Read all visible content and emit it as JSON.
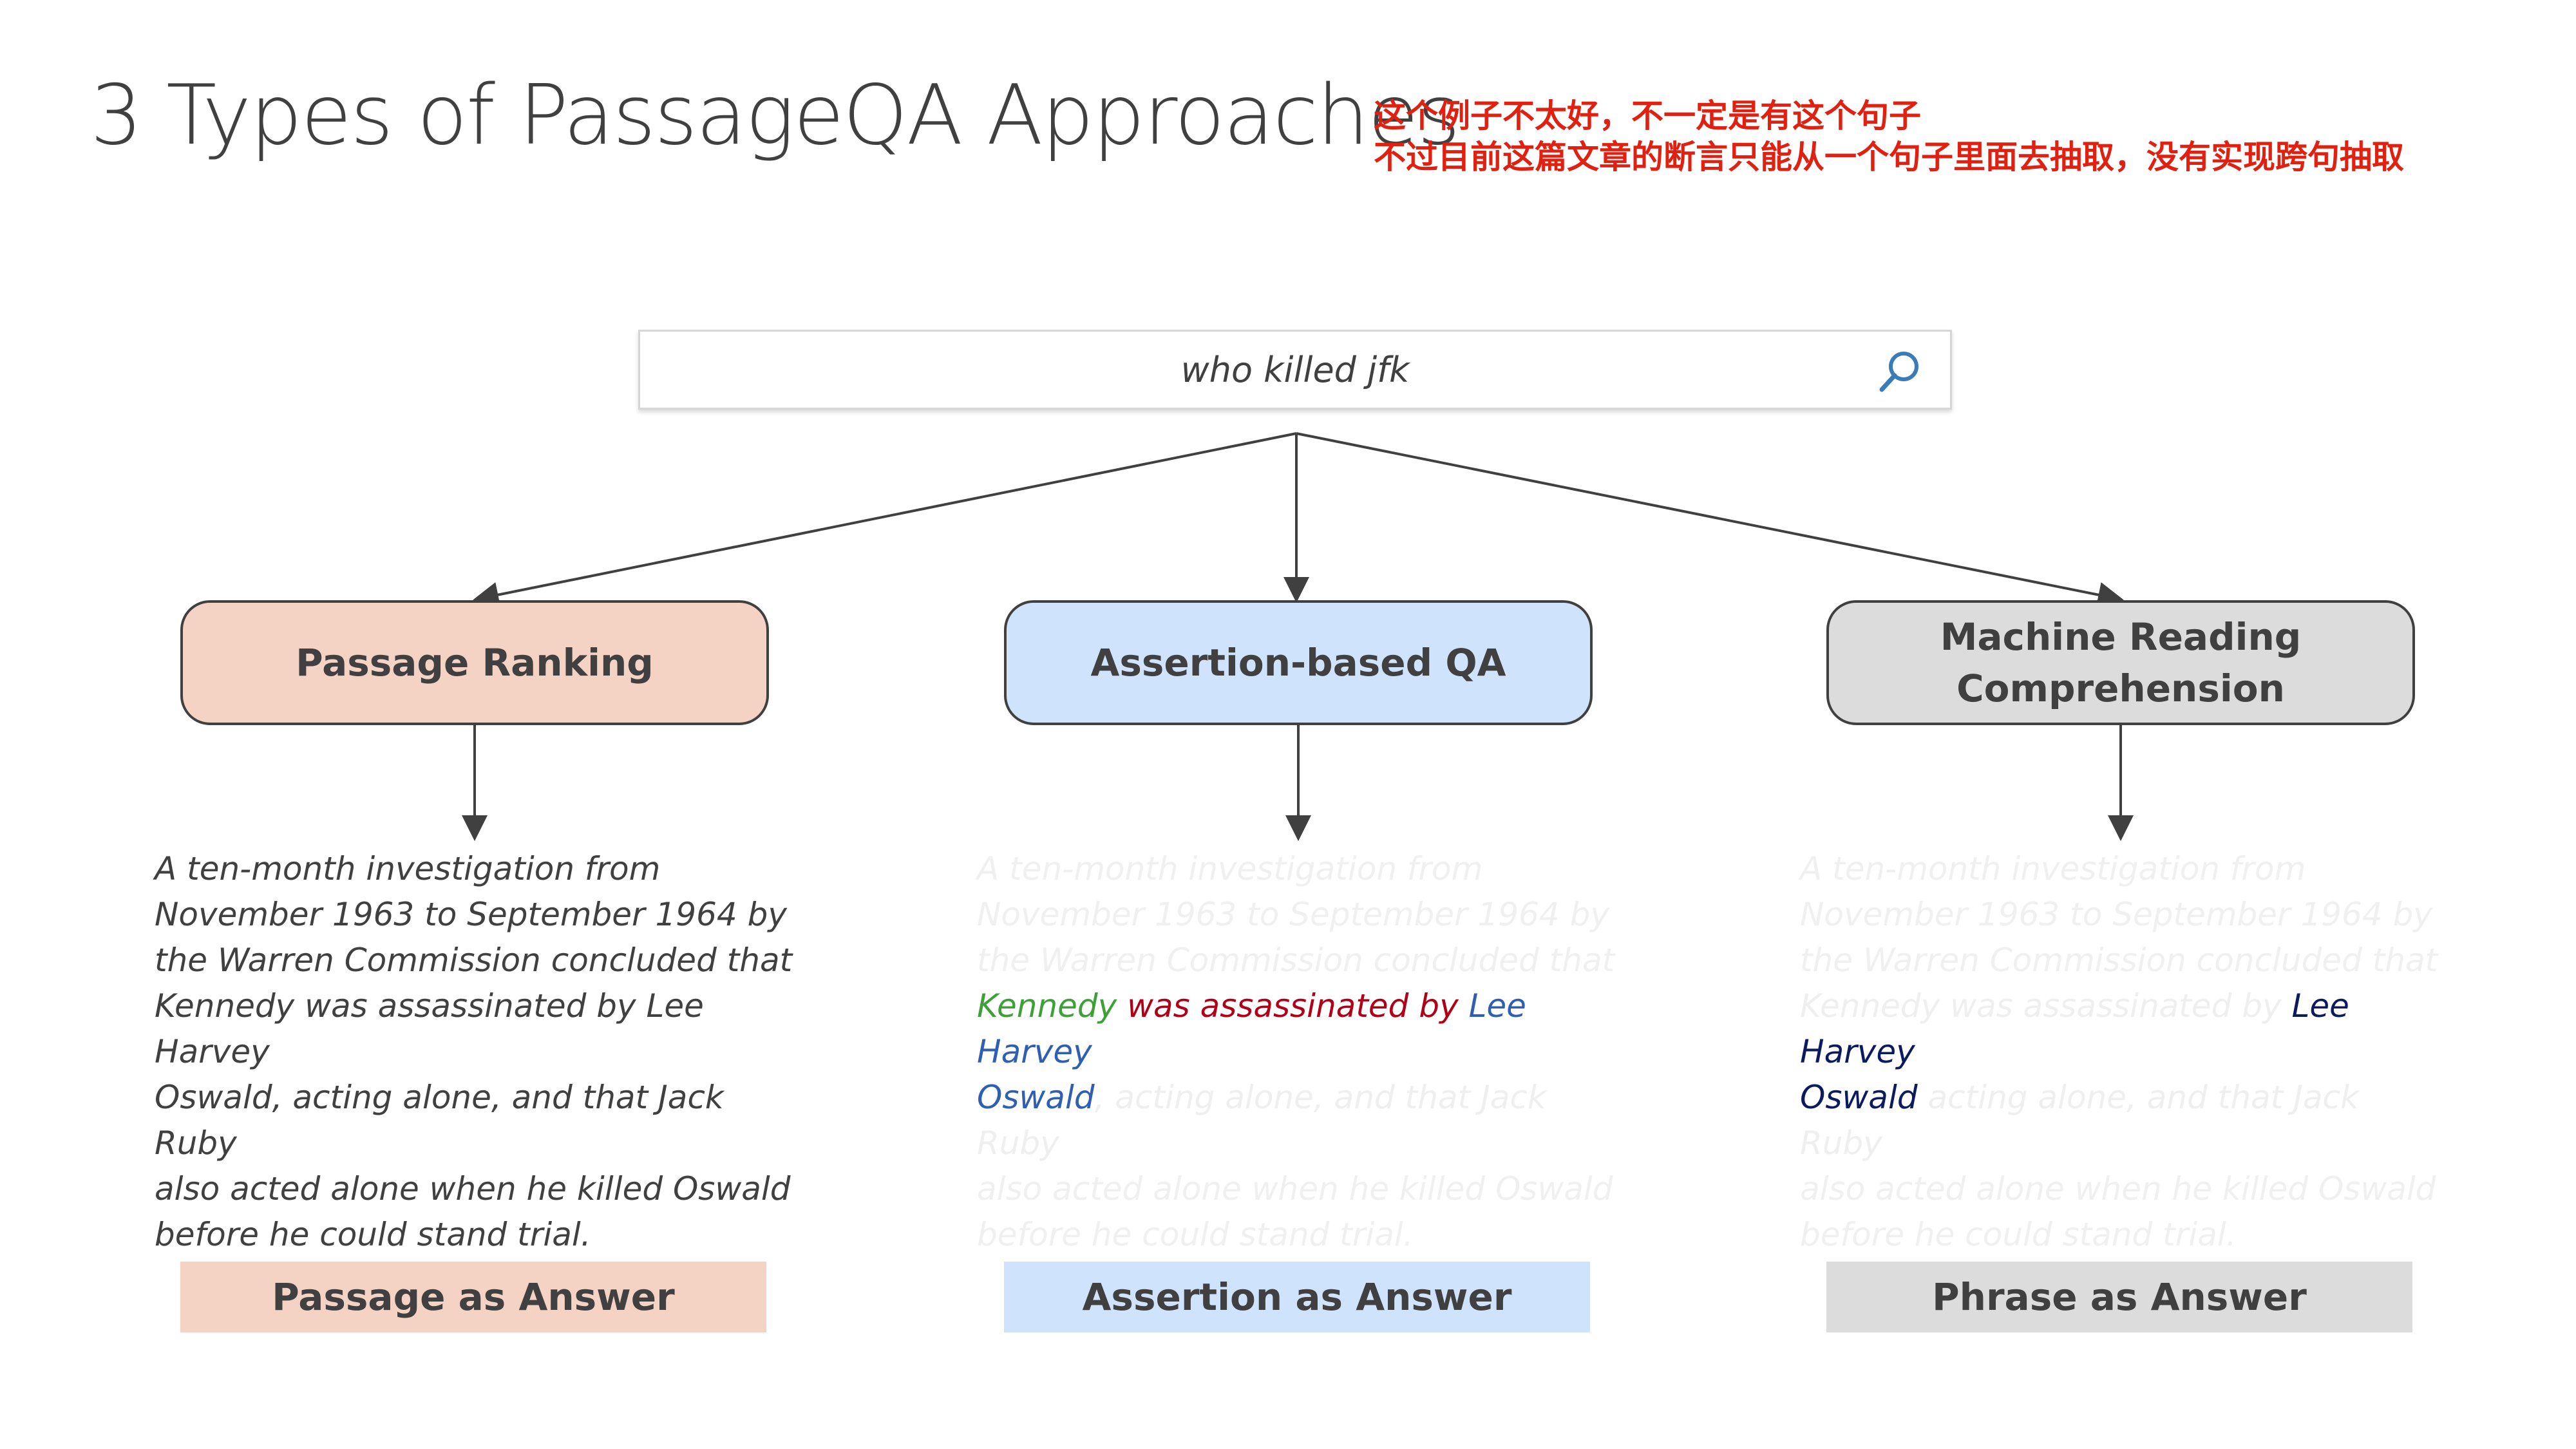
{
  "title": "3 Types of PassageQA Approaches",
  "note": {
    "line1": "这个例子不太好，不一定是有这个句子",
    "line2": "不过目前这篇文章的断言只能从一个句子里面去抽取，没有实现跨句抽取"
  },
  "search": {
    "query": "who killed jfk",
    "icon": "search-icon"
  },
  "approaches": [
    {
      "label": "Passage Ranking",
      "color": "#f4d2c4"
    },
    {
      "label": "Assertion-based QA",
      "color": "#cfe4fc"
    },
    {
      "label_line1": "Machine Reading",
      "label_line2": "Comprehension",
      "color": "#dcdcdc"
    }
  ],
  "passage": {
    "line1": "A ten-month investigation  from",
    "line2": "November 1963 to September 1964 by",
    "line3": "the Warren Commission  concluded that",
    "line4_a": "Kennedy",
    "line4_b": " was assassinated ",
    "line4_c": " by ",
    "line4_d": "Lee Harvey",
    "line5_a": "Oswald",
    "line5_b": ", acting alone, and that Jack Ruby",
    "line6": "also acted alone when he killed Oswald",
    "line7": "before he could stand trial.",
    "ranking_line4": "Kennedy was assassinated  by Lee Harvey",
    "ranking_line5": "Oswald, acting alone, and that Jack Ruby",
    "mrc_line4_a": "Kennedy was assassinated  by ",
    "mrc_line5_b": "  acting alone, and that Jack Ruby"
  },
  "highlight_colors": {
    "subject": "#3fa03a",
    "predicate": "#b00018",
    "object": "#2e5fb0",
    "phrase": "#0c1a5e"
  },
  "answers": [
    {
      "label": "Passage as Answer"
    },
    {
      "label": "Assertion as Answer"
    },
    {
      "label": "Phrase as Answer"
    }
  ]
}
